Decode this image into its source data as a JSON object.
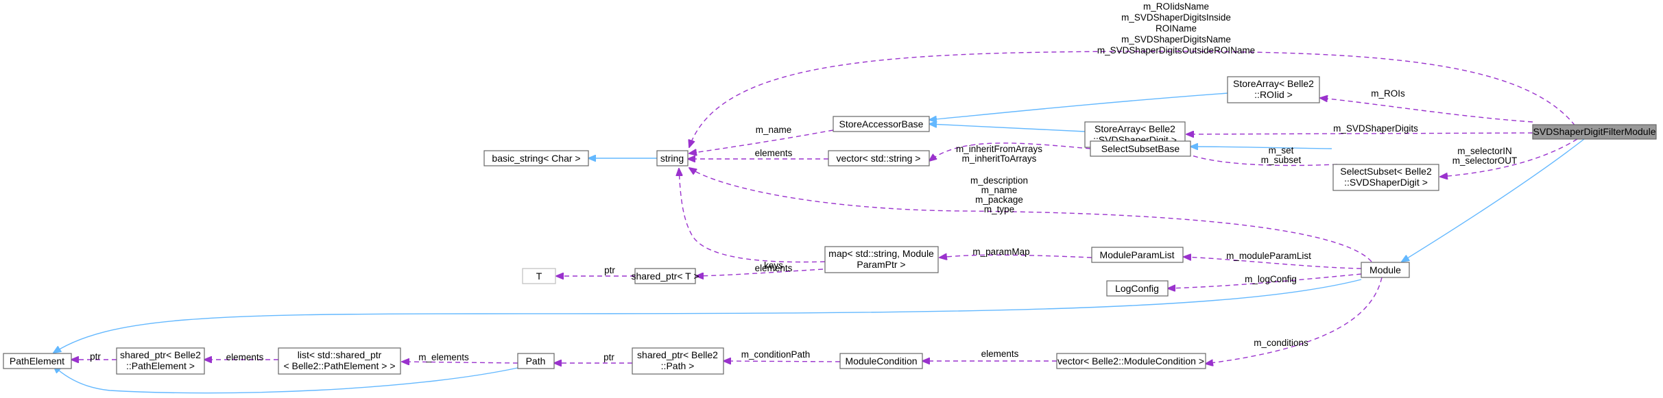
{
  "nodes": {
    "filter_module": "SVDShaperDigitFilterModule",
    "store_rois_1": "StoreArray< Belle2",
    "store_rois_2": "::ROIid >",
    "store_digit_1": "StoreArray< Belle2",
    "store_digit_2": "::SVDShaperDigit >",
    "select_subset_1": "SelectSubset< Belle2",
    "select_subset_2": "::SVDShaperDigit >",
    "store_accessor_base": "StoreAccessorBase",
    "select_subset_base": "SelectSubsetBase",
    "string": "string",
    "basic_string": "basic_string< Char >",
    "vector_string": "vector< std::string >",
    "map_1": "map< std::string, Module",
    "map_2": "ParamPtr >",
    "module_param_list": "ModuleParamList",
    "log_config": "LogConfig",
    "module": "Module",
    "t": "T",
    "shared_ptr_t": "shared_ptr< T >",
    "path_element": "PathElement",
    "shared_ptr_pe_1": "shared_ptr< Belle2",
    "shared_ptr_pe_2": "::PathElement >",
    "list_1": "list< std::shared_ptr",
    "list_2": "< Belle2::PathElement > >",
    "path": "Path",
    "shared_ptr_path_1": "shared_ptr< Belle2",
    "shared_ptr_path_2": "::Path >",
    "module_condition": "ModuleCondition",
    "vector_module_condition": "vector< Belle2::ModuleCondition >"
  },
  "edge_labels": {
    "string_members": [
      "m_ROIidsName",
      "m_SVDShaperDigitsInside",
      "ROIName",
      "m_SVDShaperDigitsName",
      "m_SVDShaperDigitsOutsideROIName"
    ],
    "m_rois": "m_ROIs",
    "m_svd_shaper_digits": "m_SVDShaperDigits",
    "selector": [
      "m_selectorIN",
      "m_selectorOUT"
    ],
    "set_subset": [
      "m_set",
      "m_subset"
    ],
    "m_name": "m_name",
    "elements_vs": "elements",
    "inherit_from": [
      "m_inheritFromArrays",
      "m_inheritToArrays"
    ],
    "module_strings": [
      "m_description",
      "m_name",
      "m_package",
      "m_type"
    ],
    "keys": "keys",
    "m_param_map": "m_paramMap",
    "m_module_param_list": "m_moduleParamList",
    "m_log_config": "m_logConfig",
    "ptr_t": "ptr",
    "elements_map": "elements",
    "ptr_pe": "ptr",
    "elements_list": "elements",
    "m_elements": "m_elements",
    "ptr_path": "ptr",
    "m_condition_path": "m_conditionPath",
    "elements_cond": "elements",
    "m_conditions": "m_conditions"
  },
  "colors": {
    "inheritance_edge": "#63b8ff",
    "usage_edge": "#9a32cd",
    "focus_node_fill": "#999999",
    "node_border": "#666666"
  }
}
